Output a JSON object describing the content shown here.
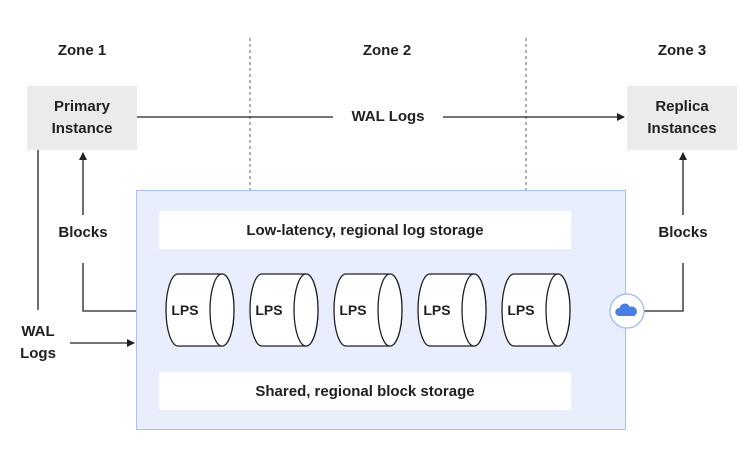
{
  "zones": [
    {
      "label": "Zone 1"
    },
    {
      "label": "Zone 2"
    },
    {
      "label": "Zone 3"
    }
  ],
  "primary_instance": {
    "label": "Primary\nInstance"
  },
  "replica_instances": {
    "label": "Replica\nInstances"
  },
  "wal_logs_arrow_label": "WAL Logs",
  "blocks_left_label": "Blocks",
  "blocks_right_label": "Blocks",
  "wal_logs_input_label": "WAL\nLogs",
  "log_storage_label": "Low-latency, regional log storage",
  "block_storage_label": "Shared, regional block storage",
  "lps_nodes": [
    {
      "label": "LPS"
    },
    {
      "label": "LPS"
    },
    {
      "label": "LPS"
    },
    {
      "label": "LPS"
    },
    {
      "label": "LPS"
    }
  ],
  "colors": {
    "storage_fill": "#e8eefb",
    "storage_border": "#a8c0f0",
    "node_fill": "#ebebeb",
    "cloud_icon": "#4a7fe0"
  },
  "icons": {
    "cloud": "cloud-icon"
  }
}
